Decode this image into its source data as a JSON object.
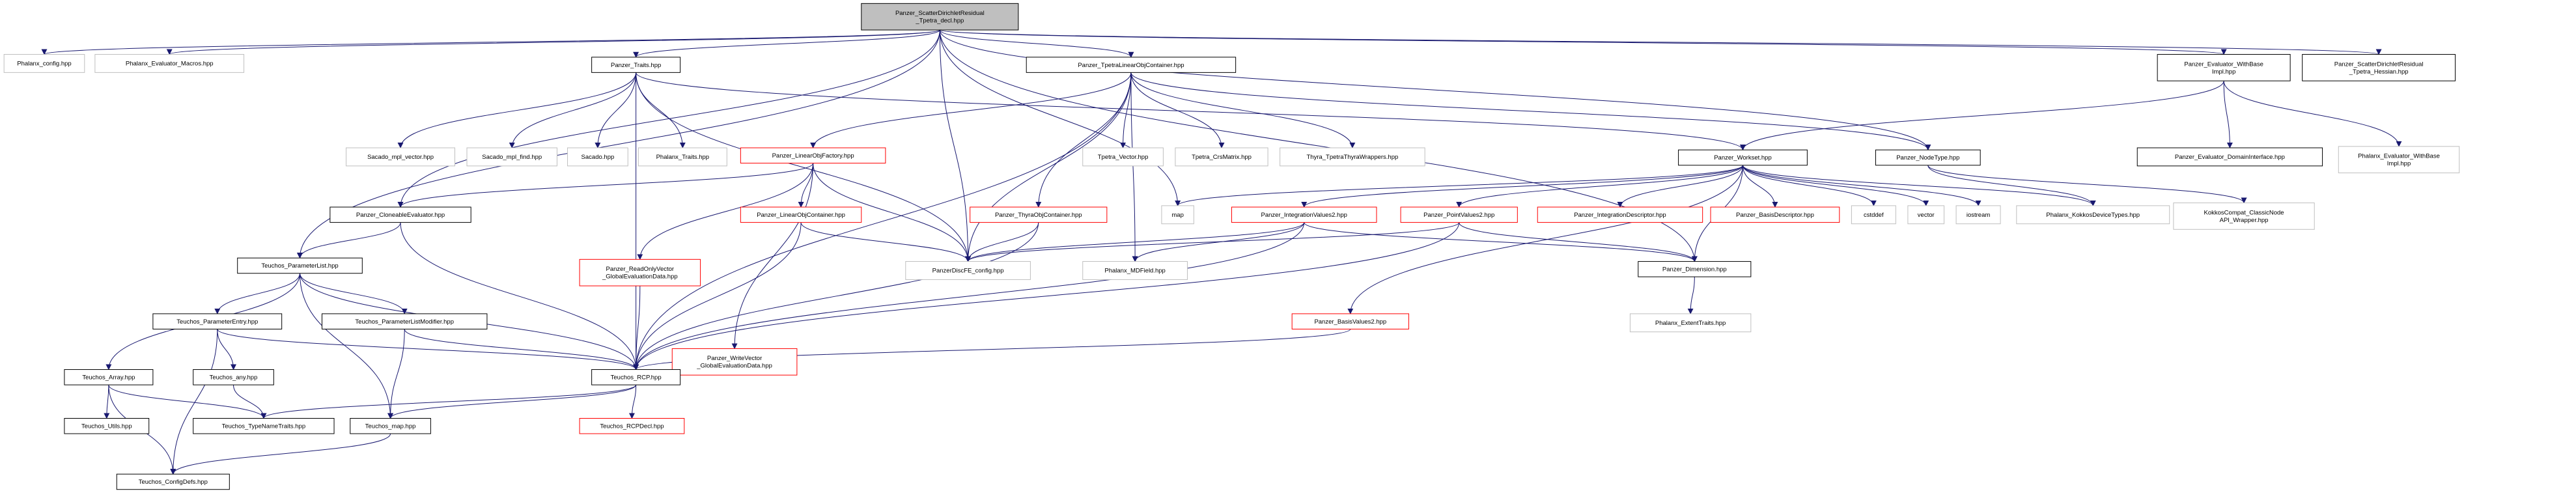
{
  "graph": {
    "nodes": [
      {
        "id": "root",
        "lines": [
          "Panzer_ScatterDirichletResidual",
          "_Tpetra_decl.hpp"
        ],
        "style": "root"
      },
      {
        "id": "phx_config",
        "lines": [
          "Phalanx_config.hpp"
        ],
        "style": "gray"
      },
      {
        "id": "phx_eval_macros",
        "lines": [
          "Phalanx_Evaluator_Macros.hpp"
        ],
        "style": "gray"
      },
      {
        "id": "panzer_traits",
        "lines": [
          "Panzer_Traits.hpp"
        ],
        "style": "black"
      },
      {
        "id": "tpetra_loc",
        "lines": [
          "Panzer_TpetraLinearObjContainer.hpp"
        ],
        "style": "black"
      },
      {
        "id": "eval_wbi",
        "lines": [
          "Panzer_Evaluator_WithBase",
          "Impl.hpp"
        ],
        "style": "black"
      },
      {
        "id": "scatter_hessian",
        "lines": [
          "Panzer_ScatterDirichletResidual",
          "_Tpetra_Hessian.hpp"
        ],
        "style": "black"
      },
      {
        "id": "sacado_mpl_vector",
        "lines": [
          "Sacado_mpl_vector.hpp"
        ],
        "style": "gray"
      },
      {
        "id": "sacado_mpl_find",
        "lines": [
          "Sacado_mpl_find.hpp"
        ],
        "style": "gray"
      },
      {
        "id": "sacado",
        "lines": [
          "Sacado.hpp"
        ],
        "style": "gray"
      },
      {
        "id": "phx_traits",
        "lines": [
          "Phalanx_Traits.hpp"
        ],
        "style": "gray"
      },
      {
        "id": "lof",
        "lines": [
          "Panzer_LinearObjFactory.hpp"
        ],
        "style": "red"
      },
      {
        "id": "tpetra_vector",
        "lines": [
          "Tpetra_Vector.hpp"
        ],
        "style": "gray"
      },
      {
        "id": "tpetra_crs",
        "lines": [
          "Tpetra_CrsMatrix.hpp"
        ],
        "style": "gray"
      },
      {
        "id": "thyra_tw",
        "lines": [
          "Thyra_TpetraThyraWrappers.hpp"
        ],
        "style": "gray"
      },
      {
        "id": "workset",
        "lines": [
          "Panzer_Workset.hpp"
        ],
        "style": "black"
      },
      {
        "id": "nodetype",
        "lines": [
          "Panzer_NodeType.hpp"
        ],
        "style": "black"
      },
      {
        "id": "eval_di",
        "lines": [
          "Panzer_Evaluator_DomainInterface.hpp"
        ],
        "style": "black"
      },
      {
        "id": "phx_eval_wbi",
        "lines": [
          "Phalanx_Evaluator_WithBase",
          "Impl.hpp"
        ],
        "style": "gray"
      },
      {
        "id": "cloneable",
        "lines": [
          "Panzer_CloneableEvaluator.hpp"
        ],
        "style": "black"
      },
      {
        "id": "loc",
        "lines": [
          "Panzer_LinearObjContainer.hpp"
        ],
        "style": "red"
      },
      {
        "id": "thyra_oc",
        "lines": [
          "Panzer_ThyraObjContainer.hpp"
        ],
        "style": "red"
      },
      {
        "id": "map",
        "lines": [
          "map"
        ],
        "style": "gray"
      },
      {
        "id": "iv2",
        "lines": [
          "Panzer_IntegrationValues2.hpp"
        ],
        "style": "red"
      },
      {
        "id": "pv2",
        "lines": [
          "Panzer_PointValues2.hpp"
        ],
        "style": "red"
      },
      {
        "id": "int_desc",
        "lines": [
          "Panzer_IntegrationDescriptor.hpp"
        ],
        "style": "red"
      },
      {
        "id": "basis_desc",
        "lines": [
          "Panzer_BasisDescriptor.hpp"
        ],
        "style": "red"
      },
      {
        "id": "cstddef",
        "lines": [
          "cstddef"
        ],
        "style": "gray"
      },
      {
        "id": "vector",
        "lines": [
          "vector"
        ],
        "style": "gray"
      },
      {
        "id": "iostream",
        "lines": [
          "iostream"
        ],
        "style": "gray"
      },
      {
        "id": "phx_kdt",
        "lines": [
          "Phalanx_KokkosDeviceTypes.hpp"
        ],
        "style": "gray"
      },
      {
        "id": "kokkos_compat",
        "lines": [
          "KokkosCompat_ClassicNode",
          "API_Wrapper.hpp"
        ],
        "style": "gray"
      },
      {
        "id": "teuchos_pl",
        "lines": [
          "Teuchos_ParameterList.hpp"
        ],
        "style": "black"
      },
      {
        "id": "ro_vector",
        "lines": [
          "Panzer_ReadOnlyVector",
          "_GlobalEvaluationData.hpp"
        ],
        "style": "red"
      },
      {
        "id": "discfe",
        "lines": [
          "PanzerDiscFE_config.hpp"
        ],
        "style": "gray"
      },
      {
        "id": "phx_mdfield",
        "lines": [
          "Phalanx_MDField.hpp"
        ],
        "style": "gray"
      },
      {
        "id": "dimension",
        "lines": [
          "Panzer_Dimension.hpp"
        ],
        "style": "black"
      },
      {
        "id": "teuchos_pe",
        "lines": [
          "Teuchos_ParameterEntry.hpp"
        ],
        "style": "black"
      },
      {
        "id": "teuchos_plm",
        "lines": [
          "Teuchos_ParameterListModifier.hpp"
        ],
        "style": "black"
      },
      {
        "id": "wo_vector",
        "lines": [
          "Panzer_WriteVector",
          "_GlobalEvaluationData.hpp"
        ],
        "style": "red"
      },
      {
        "id": "phx_extent",
        "lines": [
          "Phalanx_ExtentTraits.hpp"
        ],
        "style": "gray"
      },
      {
        "id": "bv2",
        "lines": [
          "Panzer_BasisValues2.hpp"
        ],
        "style": "red"
      },
      {
        "id": "teuchos_array",
        "lines": [
          "Teuchos_Array.hpp"
        ],
        "style": "black"
      },
      {
        "id": "teuchos_any",
        "lines": [
          "Teuchos_any.hpp"
        ],
        "style": "black"
      },
      {
        "id": "teuchos_rcp",
        "lines": [
          "Teuchos_RCP.hpp"
        ],
        "style": "black"
      },
      {
        "id": "teuchos_utils",
        "lines": [
          "Teuchos_Utils.hpp"
        ],
        "style": "black"
      },
      {
        "id": "teuchos_tnt",
        "lines": [
          "Teuchos_TypeNameTraits.hpp"
        ],
        "style": "black"
      },
      {
        "id": "teuchos_map",
        "lines": [
          "Teuchos_map.hpp"
        ],
        "style": "black"
      },
      {
        "id": "teuchos_rcpdecl",
        "lines": [
          "Teuchos_RCPDecl.hpp"
        ],
        "style": "red"
      },
      {
        "id": "teuchos_cfg",
        "lines": [
          "Teuchos_ConfigDefs.hpp"
        ],
        "style": "black"
      }
    ],
    "edges": [
      [
        "root",
        "phx_config"
      ],
      [
        "root",
        "phx_eval_macros"
      ],
      [
        "root",
        "panzer_traits"
      ],
      [
        "root",
        "tpetra_loc"
      ],
      [
        "root",
        "eval_wbi"
      ],
      [
        "root",
        "scatter_hessian"
      ],
      [
        "root",
        "cloneable"
      ],
      [
        "root",
        "teuchos_pl"
      ],
      [
        "root",
        "map"
      ],
      [
        "root",
        "discfe"
      ],
      [
        "root",
        "nodetype"
      ],
      [
        "root",
        "dimension"
      ],
      [
        "panzer_traits",
        "sacado_mpl_vector"
      ],
      [
        "panzer_traits",
        "sacado_mpl_find"
      ],
      [
        "panzer_traits",
        "sacado"
      ],
      [
        "panzer_traits",
        "phx_traits"
      ],
      [
        "panzer_traits",
        "workset"
      ],
      [
        "panzer_traits",
        "discfe"
      ],
      [
        "panzer_traits",
        "teuchos_rcp"
      ],
      [
        "tpetra_loc",
        "lof"
      ],
      [
        "tpetra_loc",
        "tpetra_vector"
      ],
      [
        "tpetra_loc",
        "tpetra_crs"
      ],
      [
        "tpetra_loc",
        "thyra_tw"
      ],
      [
        "tpetra_loc",
        "nodetype"
      ],
      [
        "tpetra_loc",
        "thyra_oc"
      ],
      [
        "tpetra_loc",
        "phx_mdfield"
      ],
      [
        "tpetra_loc",
        "discfe"
      ],
      [
        "tpetra_loc",
        "teuchos_rcp"
      ],
      [
        "eval_wbi",
        "workset"
      ],
      [
        "eval_wbi",
        "eval_di"
      ],
      [
        "eval_wbi",
        "phx_eval_wbi"
      ],
      [
        "lof",
        "cloneable"
      ],
      [
        "lof",
        "loc"
      ],
      [
        "lof",
        "ro_vector"
      ],
      [
        "lof",
        "wo_vector"
      ],
      [
        "lof",
        "discfe"
      ],
      [
        "workset",
        "map"
      ],
      [
        "workset",
        "iv2"
      ],
      [
        "workset",
        "pv2"
      ],
      [
        "workset",
        "int_desc"
      ],
      [
        "workset",
        "basis_desc"
      ],
      [
        "workset",
        "cstddef"
      ],
      [
        "workset",
        "vector"
      ],
      [
        "workset",
        "iostream"
      ],
      [
        "workset",
        "phx_kdt"
      ],
      [
        "workset",
        "bv2"
      ],
      [
        "workset",
        "dimension"
      ],
      [
        "nodetype",
        "phx_kdt"
      ],
      [
        "nodetype",
        "kokkos_compat"
      ],
      [
        "cloneable",
        "teuchos_pl"
      ],
      [
        "cloneable",
        "teuchos_rcp"
      ],
      [
        "loc",
        "discfe"
      ],
      [
        "loc",
        "teuchos_rcp"
      ],
      [
        "thyra_oc",
        "discfe"
      ],
      [
        "thyra_oc",
        "teuchos_rcp"
      ],
      [
        "iv2",
        "discfe"
      ],
      [
        "iv2",
        "phx_mdfield"
      ],
      [
        "iv2",
        "dimension"
      ],
      [
        "iv2",
        "teuchos_rcp"
      ],
      [
        "pv2",
        "discfe"
      ],
      [
        "pv2",
        "dimension"
      ],
      [
        "pv2",
        "teuchos_rcp"
      ],
      [
        "ro_vector",
        "teuchos_rcp"
      ],
      [
        "wo_vector",
        "teuchos_rcp"
      ],
      [
        "dimension",
        "phx_extent"
      ],
      [
        "bv2",
        "teuchos_rcp"
      ],
      [
        "teuchos_pl",
        "teuchos_pe"
      ],
      [
        "teuchos_pl",
        "teuchos_plm"
      ],
      [
        "teuchos_pl",
        "teuchos_array"
      ],
      [
        "teuchos_pl",
        "teuchos_map"
      ],
      [
        "teuchos_pl",
        "teuchos_rcp"
      ],
      [
        "teuchos_pe",
        "teuchos_any"
      ],
      [
        "teuchos_pe",
        "teuchos_rcp"
      ],
      [
        "teuchos_pe",
        "teuchos_cfg"
      ],
      [
        "teuchos_plm",
        "teuchos_rcp"
      ],
      [
        "teuchos_plm",
        "teuchos_map"
      ],
      [
        "teuchos_array",
        "teuchos_utils"
      ],
      [
        "teuchos_array",
        "teuchos_tnt"
      ],
      [
        "teuchos_array",
        "teuchos_cfg"
      ],
      [
        "teuchos_any",
        "teuchos_tnt"
      ],
      [
        "teuchos_rcp",
        "teuchos_tnt"
      ],
      [
        "teuchos_rcp",
        "teuchos_map"
      ],
      [
        "teuchos_rcp",
        "teuchos_rcpdecl"
      ],
      [
        "teuchos_map",
        "teuchos_cfg"
      ]
    ]
  },
  "colors": {
    "root_fill": "#bfbfbf",
    "black_border": "#000000",
    "red_border": "#ff0000",
    "gray_border": "#bfbfbf",
    "edge": "#191970",
    "background": "#ffffff"
  }
}
